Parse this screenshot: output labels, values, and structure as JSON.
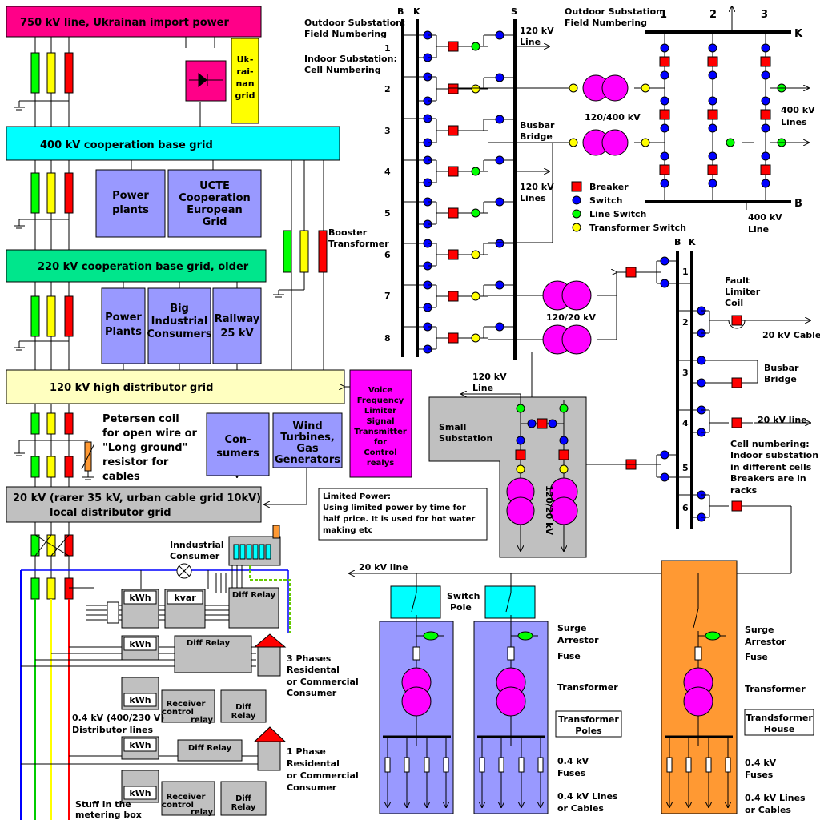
{
  "left": {
    "box_750": "750 kV line, Ukrainan import power",
    "ukrainian_grid": [
      "Uk-",
      "rai-",
      "nan",
      "grid"
    ],
    "box_400": "400 kV cooperation base grid",
    "power_plants_1": [
      "Power",
      "plants"
    ],
    "ucte": [
      "UCTE",
      "Cooperation",
      "European",
      "Grid"
    ],
    "booster": [
      "Booster",
      "Transformer"
    ],
    "box_220": "220 kV cooperation base grid, older",
    "power_plants_2": [
      "Power",
      "Plants"
    ],
    "big_industrial": [
      "Big",
      "Industrial",
      "Consumers"
    ],
    "railway": [
      "Railway",
      "25 kV"
    ],
    "box_120": "120 kV high distributor grid",
    "voice_freq": [
      "Voice",
      "Frequency",
      "Limiter",
      "Signal",
      "Transmitter",
      "for",
      "Control",
      "realys"
    ],
    "petersen": [
      "Petersen coil",
      "for open wire or",
      "\"Long ground\"",
      "resistor for",
      "cables"
    ],
    "consumers": [
      "Con-",
      "sumers"
    ],
    "wind": [
      "Wind",
      "Turbines,",
      "Gas",
      "Generators"
    ],
    "box_20": [
      "20 kV (rarer 35 kV, urban cable grid 10kV)",
      "local distributor grid"
    ],
    "limited_power": [
      "Limited Power:",
      "Using limited power by time for",
      "half price. It is used for hot water",
      "making etc"
    ]
  },
  "metering": {
    "industrial": [
      "Inndustrial",
      "Consumer"
    ],
    "kwh": "kWh",
    "kvar": "kvar",
    "diff_relay": "Diff Relay",
    "three_phase": [
      "3 Phases",
      "Residental",
      "or Commercial",
      "Consumer"
    ],
    "receiver": [
      "Receiver",
      "control",
      "relay"
    ],
    "diff": [
      "Diff",
      "Relay"
    ],
    "distributor_lines": [
      "0.4 kV (400/230 V)",
      "Distributor lines"
    ],
    "one_phase": [
      "1 Phase",
      "Residental",
      "or Commercial",
      "Consumer"
    ],
    "metering_box": [
      "Stuff in the",
      "metering box"
    ]
  },
  "indoor": {
    "outdoor_numbering": [
      "Outdoor Substation:",
      "Field Numbering"
    ],
    "indoor_numbering": [
      "Indoor Substation:",
      "Cell Numbering"
    ],
    "bus_labels": [
      "B",
      "K",
      "S"
    ],
    "cells": [
      "1",
      "2",
      "3",
      "4",
      "5",
      "6",
      "7",
      "8"
    ],
    "line_120_a": [
      "120 kV",
      "Line"
    ],
    "busbar_bridge": [
      "Busbar",
      "Bridge"
    ],
    "line_120_b": [
      "120 kV",
      "Lines"
    ],
    "tr_120_400": "120/400 kV",
    "tr_120_20": "120/20 kV"
  },
  "outdoor": {
    "header": [
      "Outdoor Substation:",
      "Field Numbering"
    ],
    "fields": [
      "1",
      "2",
      "3"
    ],
    "bus_k": "K",
    "bus_b": "B",
    "lines_400": [
      "400 kV",
      "Lines"
    ],
    "line_400": [
      "400 kV",
      "Line"
    ]
  },
  "legend": {
    "items": [
      {
        "label": "Breaker",
        "color": "#ff0000",
        "shape": "square"
      },
      {
        "label": "Switch",
        "color": "#0000ff",
        "shape": "circle"
      },
      {
        "label": "Line Switch",
        "color": "#00ff00",
        "shape": "circle"
      },
      {
        "label": "Transformer Switch",
        "color": "#ffff00",
        "shape": "circle"
      }
    ]
  },
  "right20": {
    "bus_labels": [
      "B",
      "K"
    ],
    "cells": [
      "1",
      "2",
      "3",
      "4",
      "5",
      "6"
    ],
    "fault_limiter": [
      "Fault",
      "Limiter",
      "Coil"
    ],
    "cable_20": "20 kV Cable",
    "busbar_bridge": [
      "Busbar",
      "Bridge"
    ],
    "line_20": "20 kV line",
    "cell_note": [
      "Cell numbering:",
      "Indoor substation",
      "in  different cells",
      "Breakers are in",
      "racks"
    ]
  },
  "small_sub": {
    "line_120": [
      "120 kV",
      "Line"
    ],
    "label": [
      "Small",
      "Substation"
    ],
    "tr": "120/20 kV"
  },
  "bottom": {
    "line_20": "20 kV line",
    "switch_pole": [
      "Switch",
      "Pole"
    ],
    "surge_1": [
      "Surge",
      "Arrestor"
    ],
    "fuse_1": "Fuse",
    "transformer_1": "Transformer",
    "tr_poles": [
      "Transformer",
      "Poles"
    ],
    "fuses_1": [
      "0.4 kV",
      "Fuses"
    ],
    "lines_1": [
      "0.4 kV Lines",
      "or Cables"
    ],
    "surge_2": [
      "Surge",
      "Arrestor"
    ],
    "fuse_2": "Fuse",
    "transformer_2": "Transformer",
    "tr_house": [
      "Trandsformer",
      "House"
    ],
    "fuses_2": [
      "0.4 kV",
      "Fuses"
    ],
    "lines_2": [
      "0.4 kV Lines",
      "or Cables"
    ]
  },
  "colors": {
    "magenta": "#ff00ff",
    "cyan": "#00ffff",
    "green": "#00e68c",
    "periwinkle": "#9999ff",
    "light_yellow": "#ffffc0",
    "gray": "#c0c0c0",
    "orange": "#ff9933",
    "breaker": "#ff0000",
    "switch": "#0000ff",
    "line_switch": "#00ff00",
    "tr_switch": "#ffff00"
  }
}
